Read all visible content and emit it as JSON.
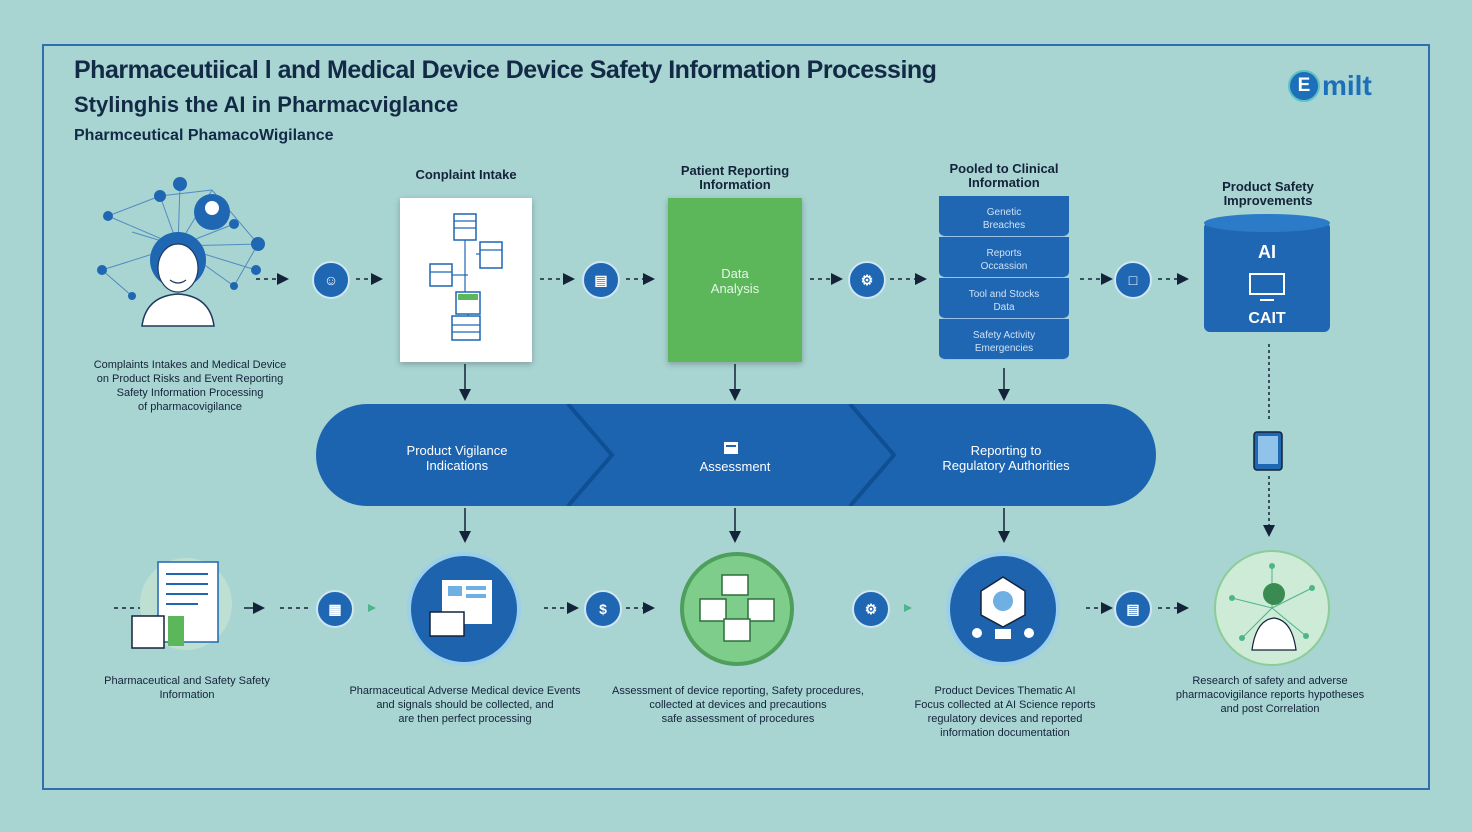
{
  "header": {
    "title": "Pharmaceutiical l and Medical Device Device Safety Information Processing",
    "subtitle": "Stylinghis the AI in Pharmacviglance",
    "tagline": "Pharmceutical PhamacoWigilance"
  },
  "logo": {
    "mark": "E",
    "text": "milt"
  },
  "top_row": {
    "person_caption": "Complaints Intakes and Medical Device\non Product Risks and Event Reporting\nSafety Information Processing\nof pharmacovigilance",
    "stage1_label": "Conplaint Intake",
    "stage2_label": "Patient Reporting\nInformation",
    "stage2_card_text": "Data\nAnalysis",
    "stage3_label": "Pooled to Clinical\nInformation",
    "stage3_segments": [
      "Genetic\nBreaches",
      "Reports\nOccassion",
      "Tool and Stocks\nData",
      "Safety Activity\nEmergencies"
    ],
    "stage4_label": "Product Safety\nImprovements",
    "stage4_db_top": "AI",
    "stage4_db_bottom": "CAIT"
  },
  "band": {
    "segment1": "Product Vigilance\nIndications",
    "segment2": "Assessment",
    "segment3": "Reporting to\nRegulatory Authorities"
  },
  "bottom_row": {
    "caption1": "Pharmaceutical and Safety Safety\nInformation",
    "caption2": "Pharmaceutical Adverse Medical device Events\nand signals should be collected, and\nare then perfect processing",
    "caption3": "Assessment of device reporting, Safety procedures,\ncollected at devices and precautions\nsafe assessment of procedures",
    "caption4": "Product Devices Thematic AI\nFocus collected at AI Science reports\nregulatory devices and reported\ninformation documentation",
    "caption5": "Research of safety and adverse\npharmacovigilance reports hypotheses\nand post Correlation"
  },
  "colors": {
    "background": "#a8d4d2",
    "primary_blue": "#1c63b0",
    "green": "#5cb75a",
    "dark_text": "#132a46"
  }
}
